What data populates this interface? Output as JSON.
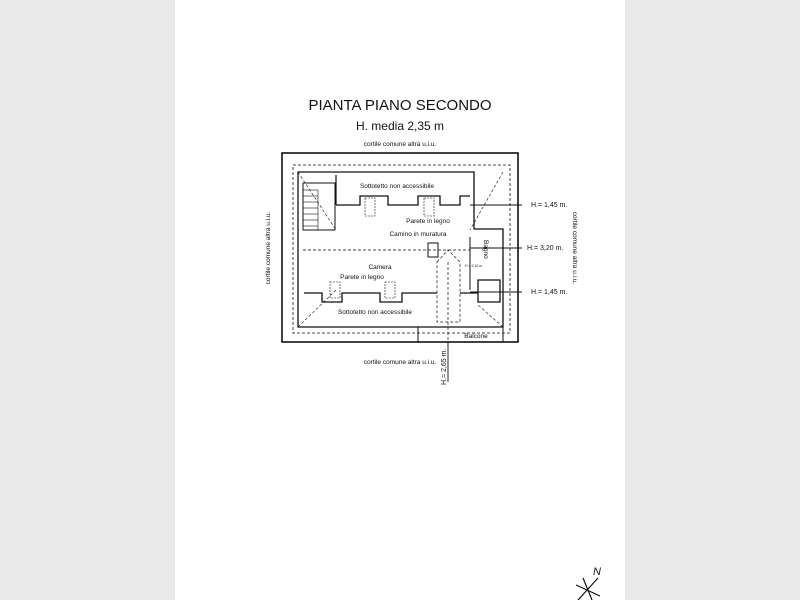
{
  "title": "PIANTA PIANO SECONDO",
  "subtitle": "H. media 2,35 m",
  "labels": {
    "cortile_top": "cortile comune altra u.i.u.",
    "cortile_bottom": "cortile comune altra u.i.u.",
    "cortile_left": "cortile comune altra u.i.u.",
    "cortile_right": "cortile comune altra u.i.u.",
    "sottotetto_top": "Sottotetto non accessibile",
    "sottotetto_bottom": "Sottotetto non accessibile",
    "parete_top": "Parete in legno",
    "parete_bottom": "Parete in legno",
    "camino": "Camino in muratura",
    "camera": "Camera",
    "bagno": "Bagno",
    "balcone": "Balcone",
    "h_bagno": "H = 2,10 m"
  },
  "heights": {
    "h1": "H.= 1,45 m.",
    "h2": "H.= 3,20 m.",
    "h3": "H.= 1,45 m.",
    "h4": "H.= 2,65 m."
  },
  "compass": {
    "north_label": "N"
  }
}
